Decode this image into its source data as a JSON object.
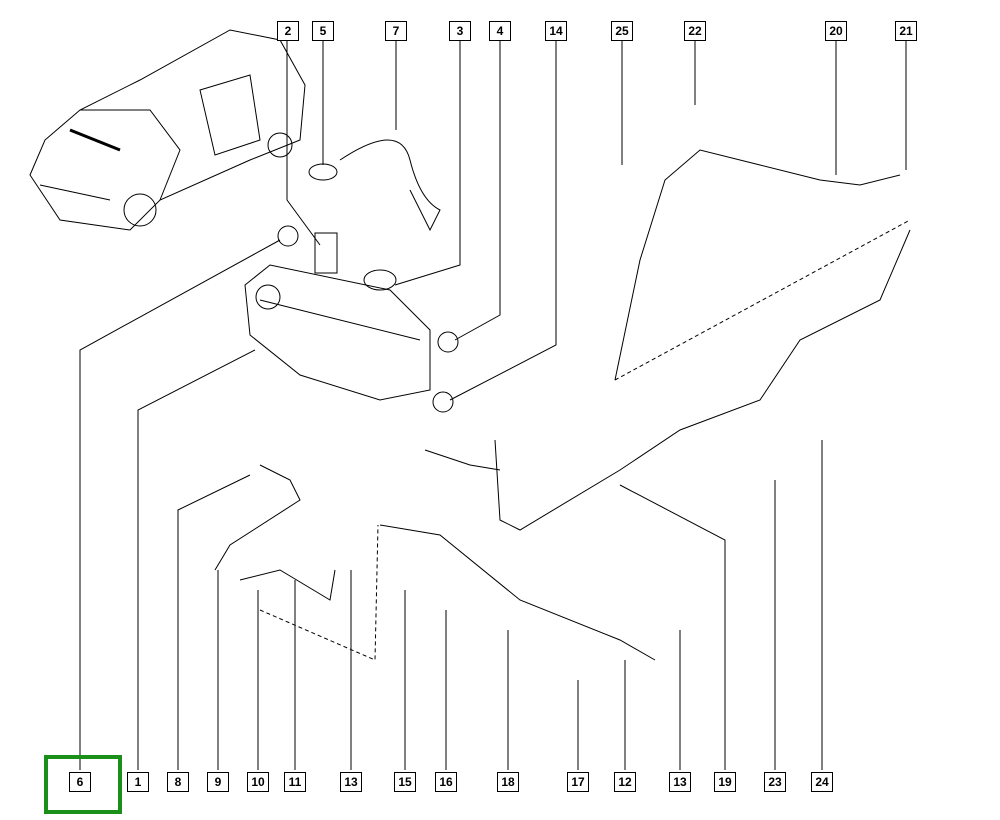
{
  "highlight_color": "#1a8f1a",
  "selected_part": "6",
  "top_labels": [
    "2",
    "5",
    "7",
    "3",
    "4",
    "14",
    "25",
    "22",
    "20",
    "21"
  ],
  "bottom_labels": [
    "6",
    "1",
    "8",
    "9",
    "10",
    "11",
    "13",
    "15",
    "16",
    "18",
    "17",
    "12",
    "13",
    "19",
    "23",
    "24"
  ]
}
